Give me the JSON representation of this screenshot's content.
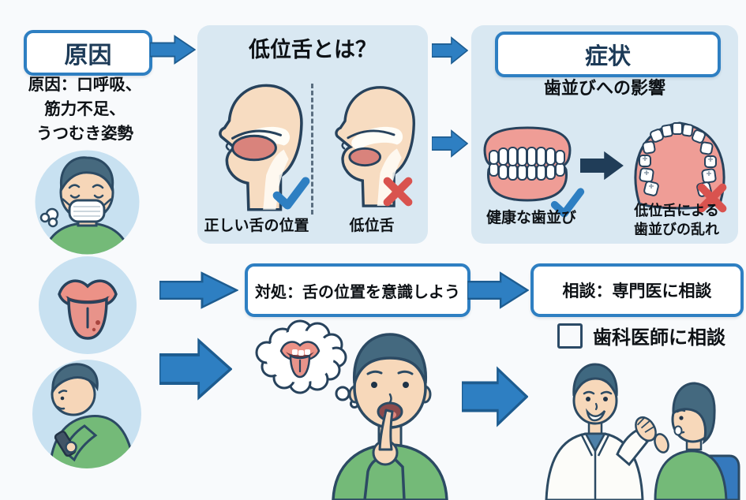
{
  "colors": {
    "accent_blue": "#2e7fc2",
    "navy_outline": "#27425c",
    "dark_navy_arrow": "#203d58",
    "alert_red": "#d9534f",
    "panel_blue": "#d9e8f2",
    "circle_blue": "#c8e1f1",
    "shirt_green": "#74ba78",
    "skin": "#f6d6b8",
    "tongue_pink": "#e8938a",
    "gum_pink": "#ef9d96"
  },
  "cause": {
    "box_label": "原因",
    "description": "原因：口呼吸、\n筋力不足、\nうつむき姿勢"
  },
  "definition": {
    "title": "低位舌とは？",
    "correct_label": "正しい舌の位置",
    "low_label": "低位舌"
  },
  "symptoms": {
    "box_label": "症状",
    "subtitle": "歯並びへの影響",
    "healthy_label": "健康な歯並び",
    "misaligned_label": "低位舌による\n歯並びの乱れ"
  },
  "action": {
    "label": "対処：舌の位置を意識しよう"
  },
  "consult": {
    "label": "相談：専門医に相談",
    "checklist_item": "歯科医師に相談"
  },
  "icons": {
    "checkmark-icon": "✓",
    "cross-icon": "✕",
    "arrow-right-icon": "→",
    "checkbox-icon": "☐"
  }
}
